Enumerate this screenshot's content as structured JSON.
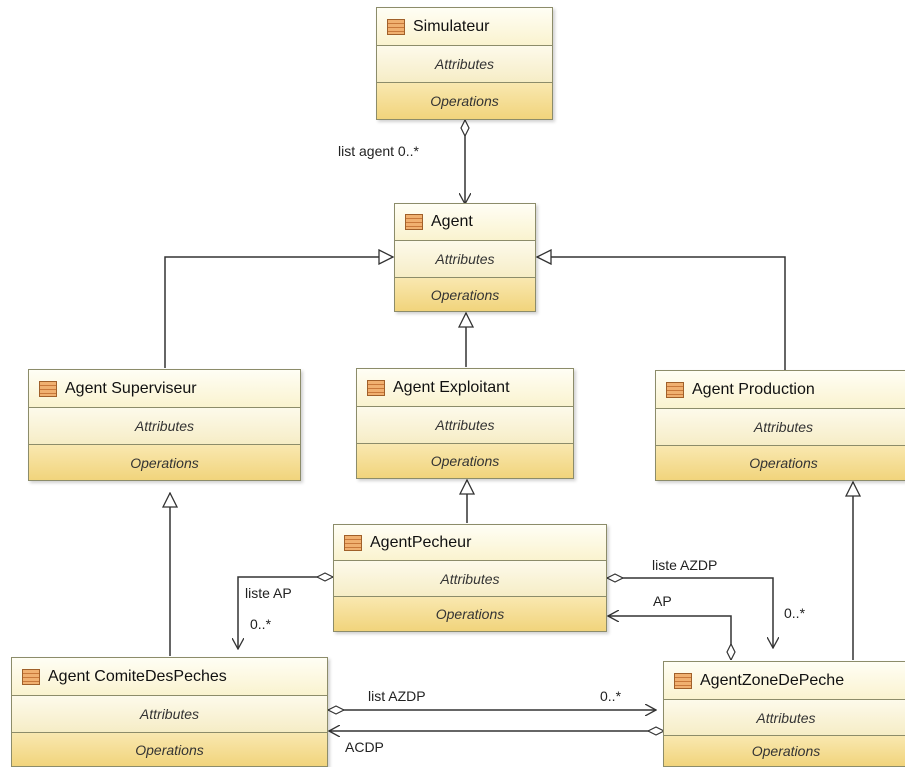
{
  "sections": {
    "attributes": "Attributes",
    "operations": "Operations"
  },
  "classes": {
    "simulateur": "Simulateur",
    "agent": "Agent",
    "agent_superviseur": "Agent Superviseur",
    "agent_exploitant": "Agent Exploitant",
    "agent_production": "Agent Production",
    "agent_pecheur": "AgentPecheur",
    "agent_comite": "Agent ComiteDesPeches",
    "agent_zone": "AgentZoneDePeche"
  },
  "labels": {
    "list_agent": "list agent 0..*",
    "liste_ap": "liste AP",
    "mult_ap": "0..*",
    "liste_azdp": "liste AZDP",
    "mult_azdp": "0..*",
    "ap": "AP",
    "list_azdp": "list AZDP",
    "mult_list_azdp": "0..*",
    "acdp": "ACDP"
  }
}
